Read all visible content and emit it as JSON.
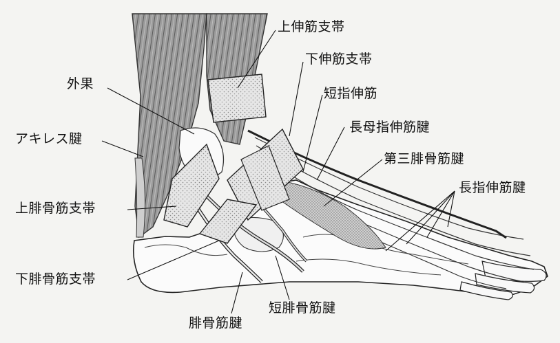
{
  "labels": {
    "superior_extensor_retinaculum": "上伸筋支帯",
    "inferior_extensor_retinaculum": "下伸筋支帯",
    "lateral_malleolus": "外果",
    "extensor_digitorum_brevis": "短指伸筋",
    "achilles_tendon": "アキレス腱",
    "extensor_hallucis_longus_tendon": "長母指伸筋腱",
    "peroneus_tertius_tendon": "第三腓骨筋腱",
    "extensor_digitorum_longus_tendon": "長指伸筋腱",
    "superior_peroneal_retinaculum": "上腓骨筋支帯",
    "inferior_peroneal_retinaculum": "下腓骨筋支帯",
    "peroneus_brevis_tendon": "短腓骨筋腱",
    "peroneus_longus_tendon": "腓骨筋腱"
  }
}
